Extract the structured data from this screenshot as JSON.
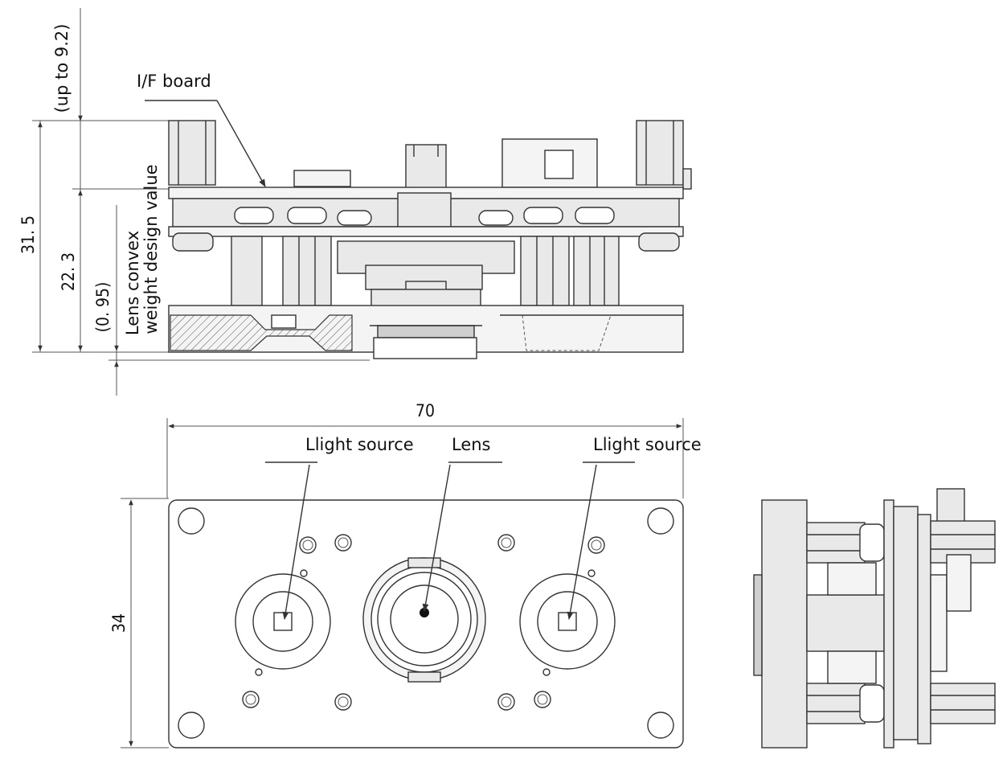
{
  "labels": {
    "if_board": "I/F board",
    "lens_convex_line1": "Lens convex",
    "lens_convex_line2": "weight design value",
    "light_source_left": "Llight source",
    "lens": "Lens",
    "light_source_right": "Llight source"
  },
  "dimensions": {
    "up_to": "(up to 9.2)",
    "overall_height": "31. 5",
    "body_height": "22. 3",
    "lens_protrusion": "(0. 95)",
    "width": "70",
    "height": "34"
  },
  "colors": {
    "line": "#333333",
    "fill": "#e9e9e9",
    "background": "#ffffff"
  }
}
